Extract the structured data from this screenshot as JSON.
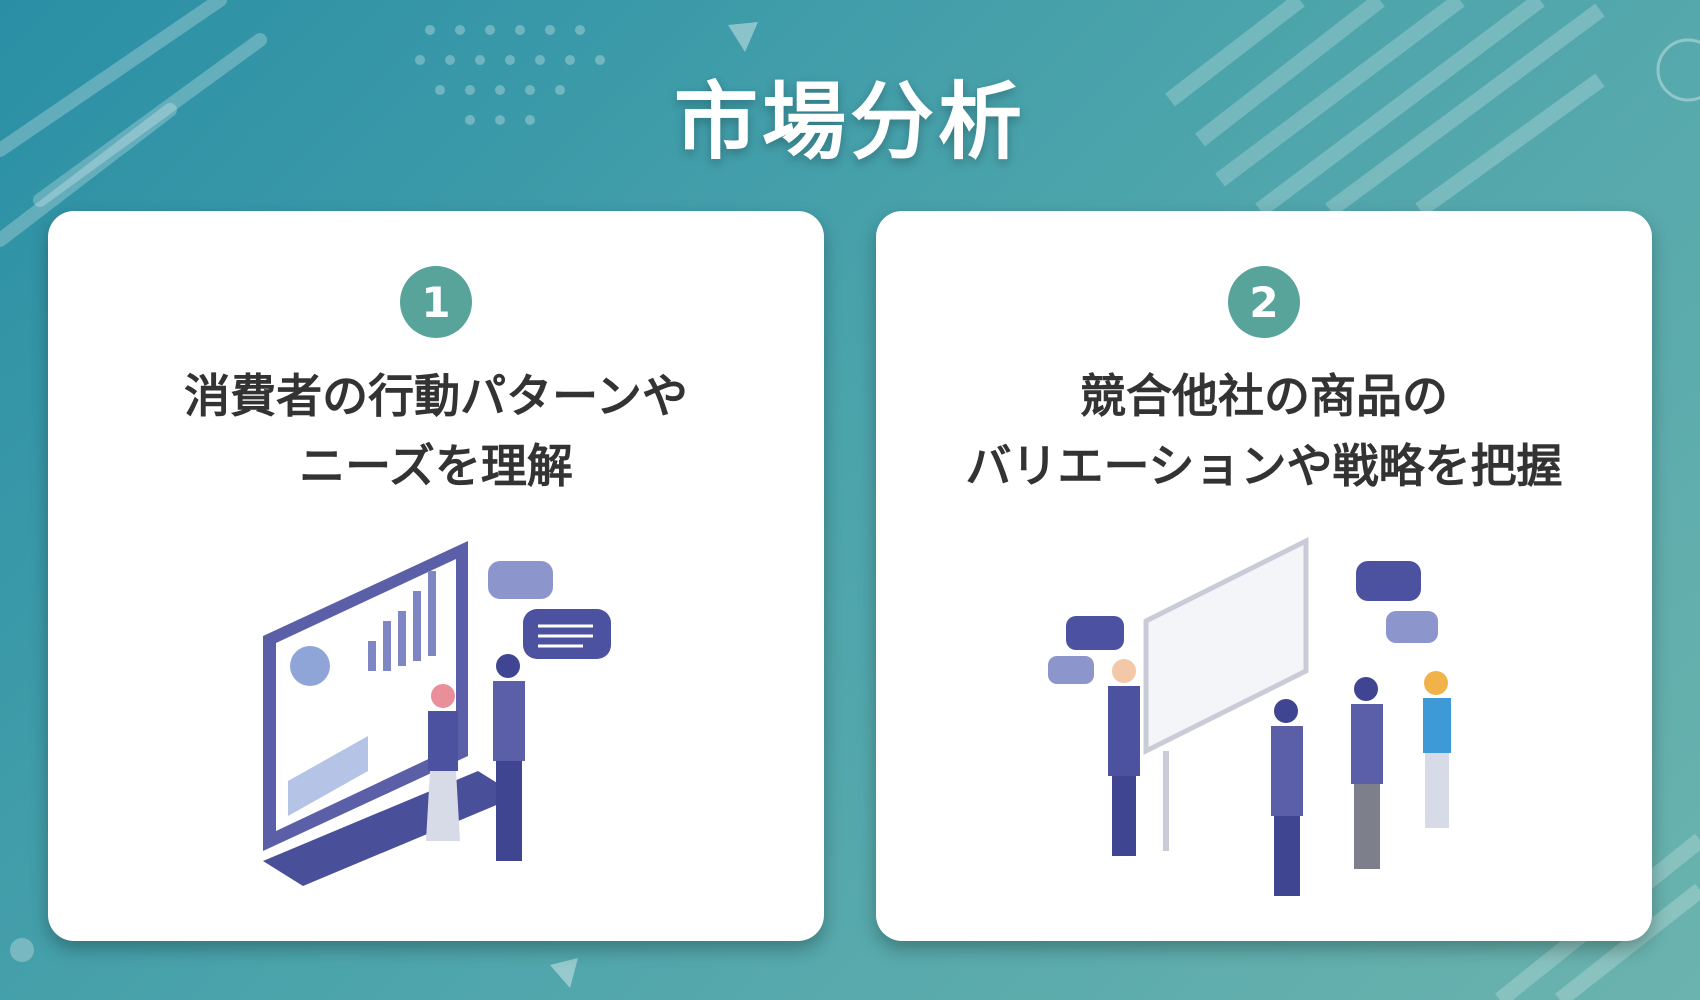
{
  "title": "市場分析",
  "cards": [
    {
      "number": "1",
      "line1": "消費者の行動パターンや",
      "line2": "ニーズを理解",
      "illustration": "people-analyzing-monitor-dashboard"
    },
    {
      "number": "2",
      "line1": "競合他社の商品の",
      "line2": "バリエーションや戦略を把握",
      "illustration": "business-team-at-whiteboard"
    }
  ],
  "colors": {
    "background": "#3d9ca8",
    "badge": "#58a39a",
    "accent": "#5b5fa8",
    "card": "#ffffff"
  }
}
